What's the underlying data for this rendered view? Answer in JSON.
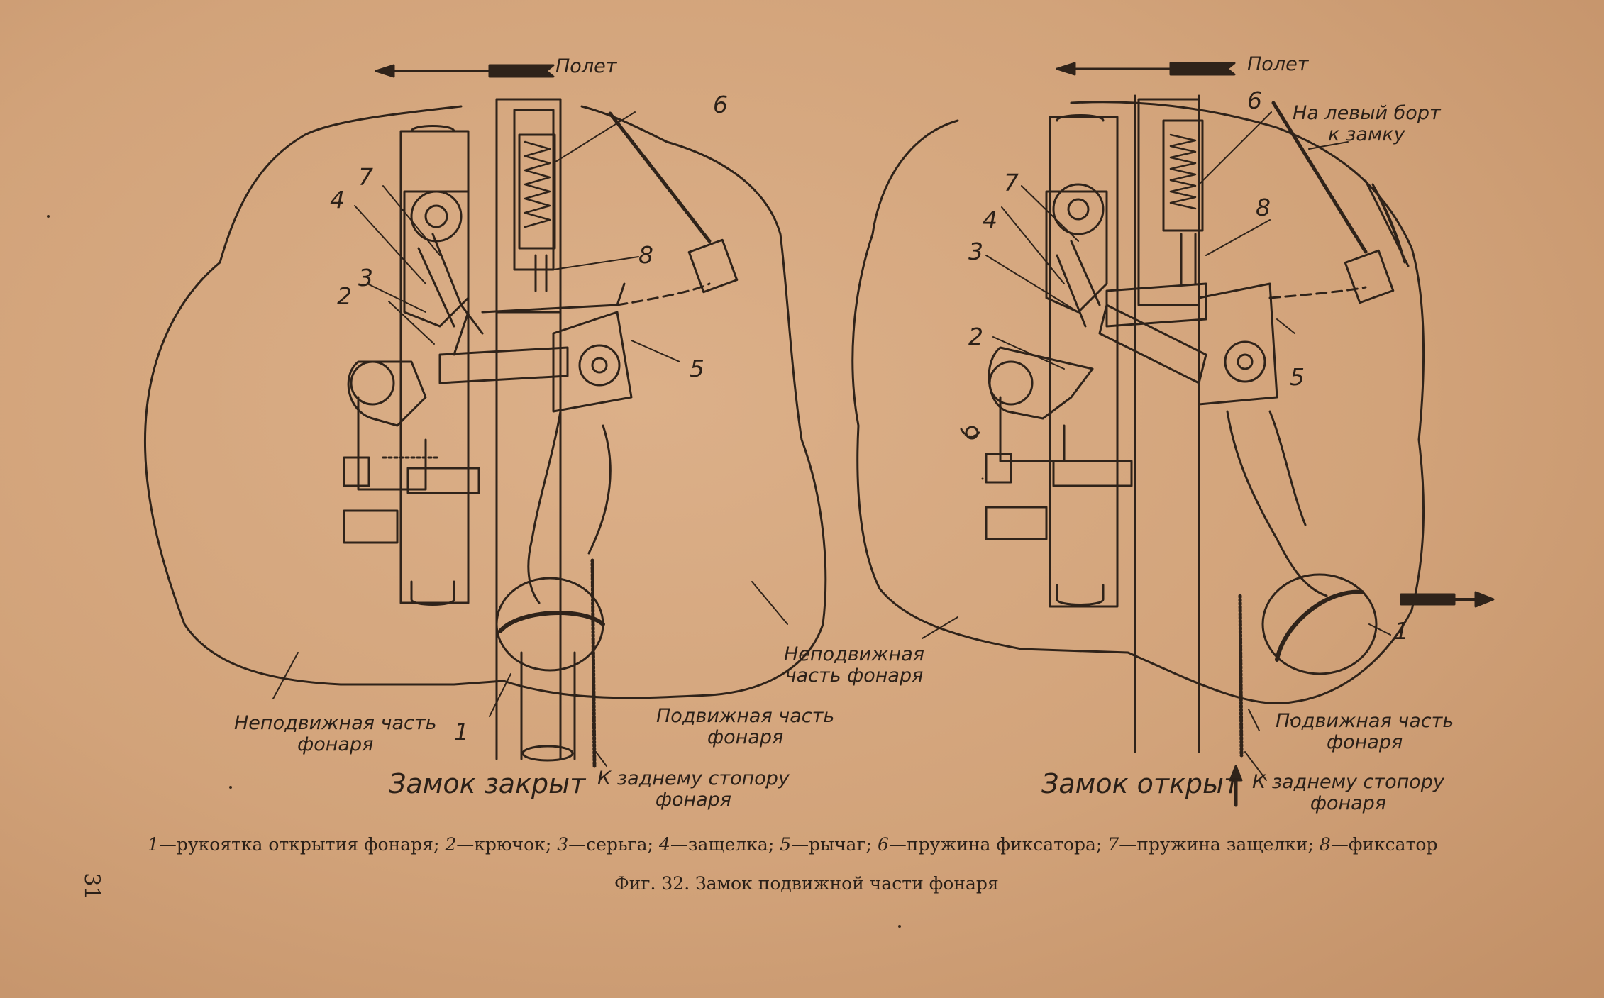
{
  "flight_label": "Полет",
  "left_panel": {
    "title": "Замок закрыт",
    "fixed_part": "Неподвижная часть фонаря",
    "fixed_part_right_line1": "Неподвижная",
    "fixed_part_right_line2": "часть фонаря",
    "movable_part_line1": "Подвижная часть",
    "movable_part_line2": "фонаря",
    "rear_stop_line1": "К заднему стопору",
    "rear_stop_line2": "фонаря",
    "fixed_part_line1": "Неподвижная часть",
    "fixed_part_line2": "фонаря"
  },
  "right_panel": {
    "title": "Замок открыт",
    "to_left_side_line1": "На левый борт",
    "to_left_side_line2": "к замку",
    "movable_part_line1": "Подвижная часть",
    "movable_part_line2": "фонаря",
    "rear_stop_line1": "К заднему стопору",
    "rear_stop_line2": "фонаря"
  },
  "callouts": [
    "1",
    "2",
    "3",
    "4",
    "5",
    "6",
    "7",
    "8"
  ],
  "legend": [
    {
      "num": "1",
      "text": "рукоятка открытия фонаря;"
    },
    {
      "num": "2",
      "text": "крючок;"
    },
    {
      "num": "3",
      "text": "серьга;"
    },
    {
      "num": "4",
      "text": "защелка;"
    },
    {
      "num": "5",
      "text": "рычаг;"
    },
    {
      "num": "6",
      "text": "пружина фиксатора;"
    },
    {
      "num": "7",
      "text": "пружина защелки;"
    },
    {
      "num": "8",
      "text": "фиксатор"
    }
  ],
  "caption": "Фиг. 32. Замок подвижной части фонаря",
  "page_number": "31",
  "colors": {
    "paper": "#d3a57c",
    "ink": "#2b2018"
  }
}
